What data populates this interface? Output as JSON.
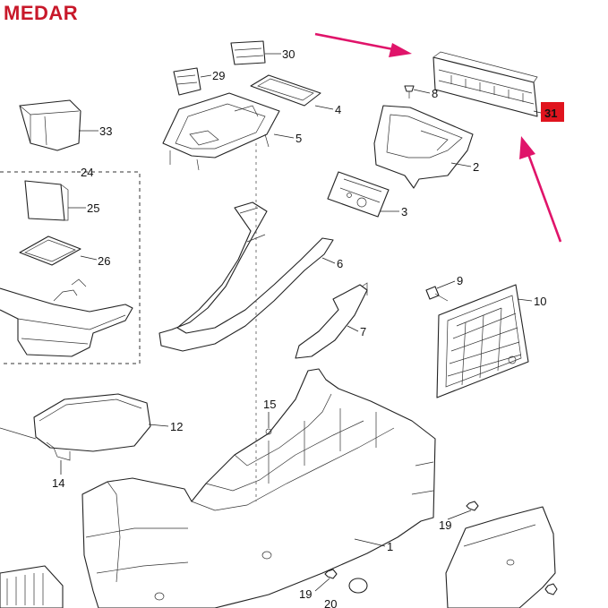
{
  "brand": {
    "name": "MEDAR",
    "color": "#c8182a"
  },
  "highlight": {
    "color": "#e0141e",
    "arrow_color": "#e0146a"
  },
  "labels": {
    "p1": "1",
    "p2": "2",
    "p3": "3",
    "p4": "4",
    "p5": "5",
    "p6": "6",
    "p7": "7",
    "p8": "8",
    "p9": "9",
    "p10": "10",
    "p12": "12",
    "p14": "14",
    "p15": "15",
    "p19a": "19",
    "p19b": "19",
    "p20": "20",
    "p24": "24",
    "p25": "25",
    "p26": "26",
    "p29": "29",
    "p30": "30",
    "p31": "31",
    "p33": "33"
  }
}
